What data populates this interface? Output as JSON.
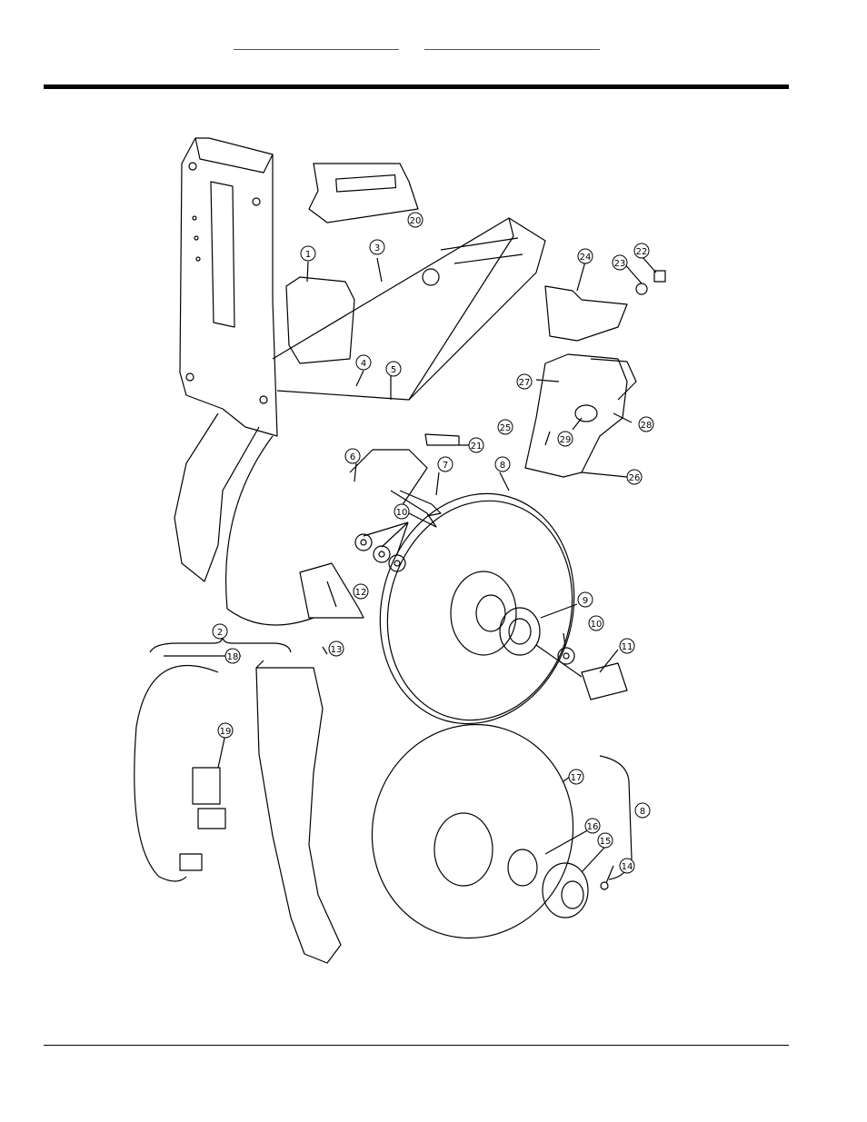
{
  "header": {
    "link_1": "",
    "link_2": ""
  },
  "callouts": [
    "1",
    "2",
    "3",
    "4",
    "5",
    "6",
    "7",
    "8",
    "9",
    "10",
    "11",
    "12",
    "13",
    "14",
    "15",
    "16",
    "17",
    "18",
    "19",
    "20",
    "21",
    "22",
    "23",
    "24",
    "25",
    "26",
    "27",
    "28",
    "29"
  ],
  "colors": {
    "link": "#3344ee",
    "ink": "#000000"
  }
}
